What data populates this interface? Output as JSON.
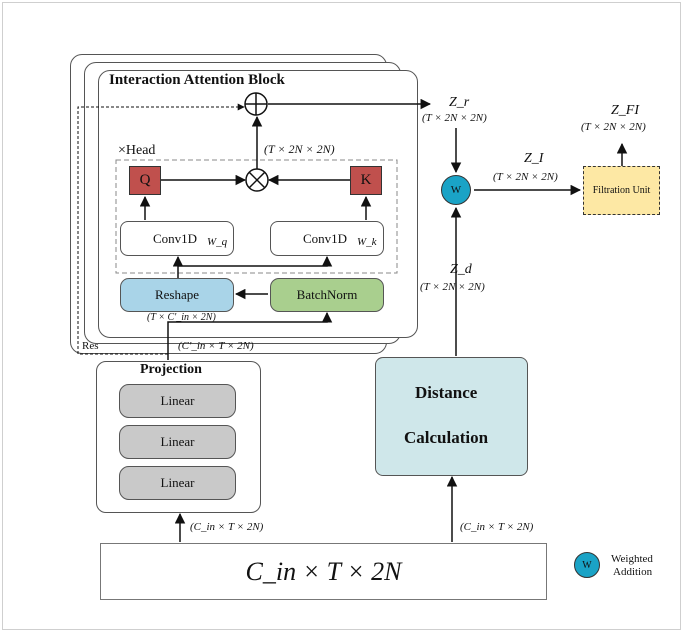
{
  "diagram": {
    "iab_title": "Interaction Attention Block",
    "head_label": "×Head",
    "q": "Q",
    "k": "K",
    "conv_q": "Conv1D",
    "w_q": "W_q",
    "conv_k": "Conv1D",
    "w_k": "W_k",
    "reshape": "Reshape",
    "batchnorm": "BatchNorm",
    "res": "Res",
    "projection": "Projection",
    "linear1": "Linear",
    "linear2": "Linear",
    "linear3": "Linear",
    "distance_line1": "Distance",
    "distance_line2": "Calculation",
    "input_label": "C_in × T × 2N",
    "dim_attn": "(T × 2N × 2N)",
    "dim_reshape": "(T × C'_in × 2N)",
    "dim_proj_out": "(C'_in × T × 2N)",
    "dim_proj_in": "(C_in × T × 2N)",
    "dim_dist_in": "(C_in × T × 2N)",
    "zr": "Z_r",
    "dim_zr": "(T × 2N × 2N)",
    "zd": "Z_d",
    "dim_zd": "(T × 2N × 2N)",
    "zi": "Z_I",
    "dim_zi": "(T × 2N × 2N)",
    "zfi": "Z_FI",
    "dim_zfi": "(T × 2N × 2N)",
    "w": "W",
    "filtration": "Filtration Unit",
    "legend_w": "W",
    "legend_text1": "Weighted",
    "legend_text2": "Addition"
  },
  "colors": {
    "qk_fill": "#c0504d",
    "reshape_fill": "#a9d4e8",
    "batchnorm_fill": "#a9cf8e",
    "linear_fill": "#c9c9c9",
    "distance_fill": "#cfe7ea",
    "w_fill": "#1aa3c6",
    "filtration_fill": "#fde8a4"
  }
}
